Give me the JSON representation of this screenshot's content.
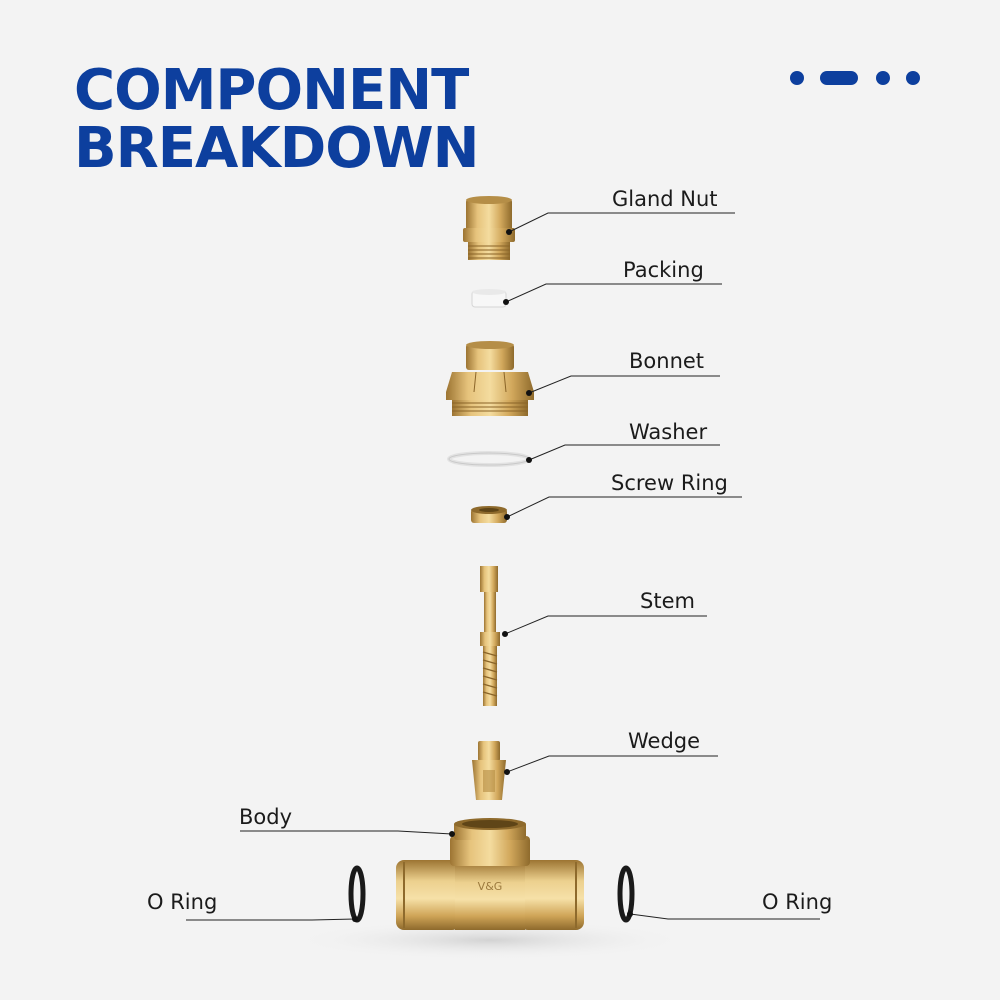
{
  "title": {
    "line1": "COMPONENT",
    "line2": "BREAKDOWN"
  },
  "colors": {
    "brand": "#0d3f9e",
    "brass": "#d7b068",
    "brass_dark": "#a47c37",
    "text": "#1b1b1b"
  },
  "logo_stamp": "V&G",
  "labels": {
    "gland_nut": "Gland Nut",
    "packing": "Packing",
    "bonnet": "Bonnet",
    "washer": "Washer",
    "screw_ring": "Screw Ring",
    "stem": "Stem",
    "wedge": "Wedge",
    "body": "Body",
    "o_ring_left": "O Ring",
    "o_ring_right": "O Ring"
  }
}
